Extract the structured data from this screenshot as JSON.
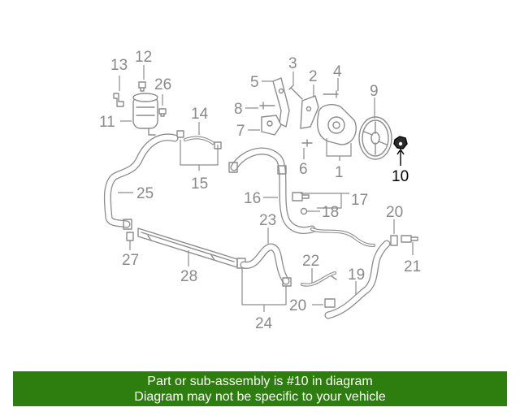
{
  "callouts": {
    "c1": "1",
    "c2": "2",
    "c3": "3",
    "c4": "4",
    "c5": "5",
    "c6": "6",
    "c7": "7",
    "c8": "8",
    "c9": "9",
    "c10": "10",
    "c11": "11",
    "c12": "12",
    "c13": "13",
    "c14": "14",
    "c15": "15",
    "c16": "16",
    "c17": "17",
    "c18": "18",
    "c19": "19",
    "c20a": "20",
    "c20b": "20",
    "c21": "21",
    "c22": "22",
    "c23": "23",
    "c24": "24",
    "c25": "25",
    "c26": "26",
    "c27": "27",
    "c28": "28"
  },
  "highlight_color": "#000000",
  "footer": {
    "background": "#2e7d0f",
    "line1": "Part or sub-assembly is #10 in diagram",
    "line2": "Diagram may not be specific to your vehicle"
  }
}
